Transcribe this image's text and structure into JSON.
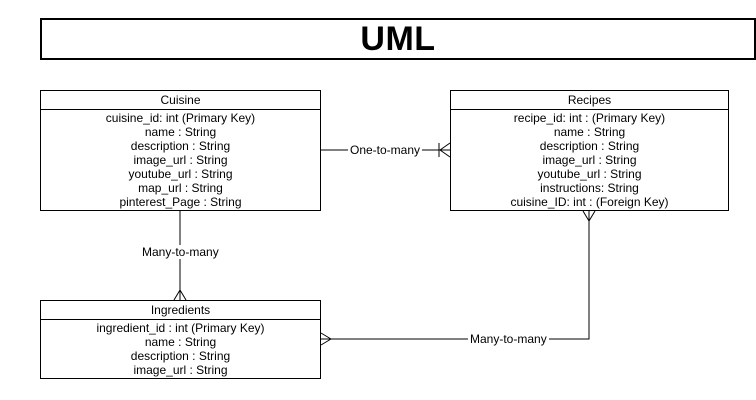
{
  "title": "UML",
  "entities": {
    "cuisine": {
      "name": "Cuisine",
      "attributes": [
        "cuisine_id: int (Primary Key)",
        "name : String",
        "description : String",
        "image_url : String",
        "youtube_url : String",
        "map_url : String",
        "pinterest_Page : String"
      ]
    },
    "recipes": {
      "name": "Recipes",
      "attributes": [
        "recipe_id: int : (Primary Key)",
        "name : String",
        "description : String",
        "image_url : String",
        "youtube_url : String",
        "instructions: String",
        "cuisine_ID: int : (Foreign Key)"
      ]
    },
    "ingredients": {
      "name": "Ingredients",
      "attributes": [
        "ingredient_id : int (Primary Key)",
        "name : String",
        "description : String",
        "image_url : String"
      ]
    }
  },
  "relationships": [
    {
      "label": "One-to-many",
      "from": "Cuisine",
      "to": "Recipes"
    },
    {
      "label": "Many-to-many",
      "from": "Cuisine",
      "to": "Ingredients"
    },
    {
      "label": "Many-to-many",
      "from": "Recipes",
      "to": "Ingredients"
    }
  ]
}
